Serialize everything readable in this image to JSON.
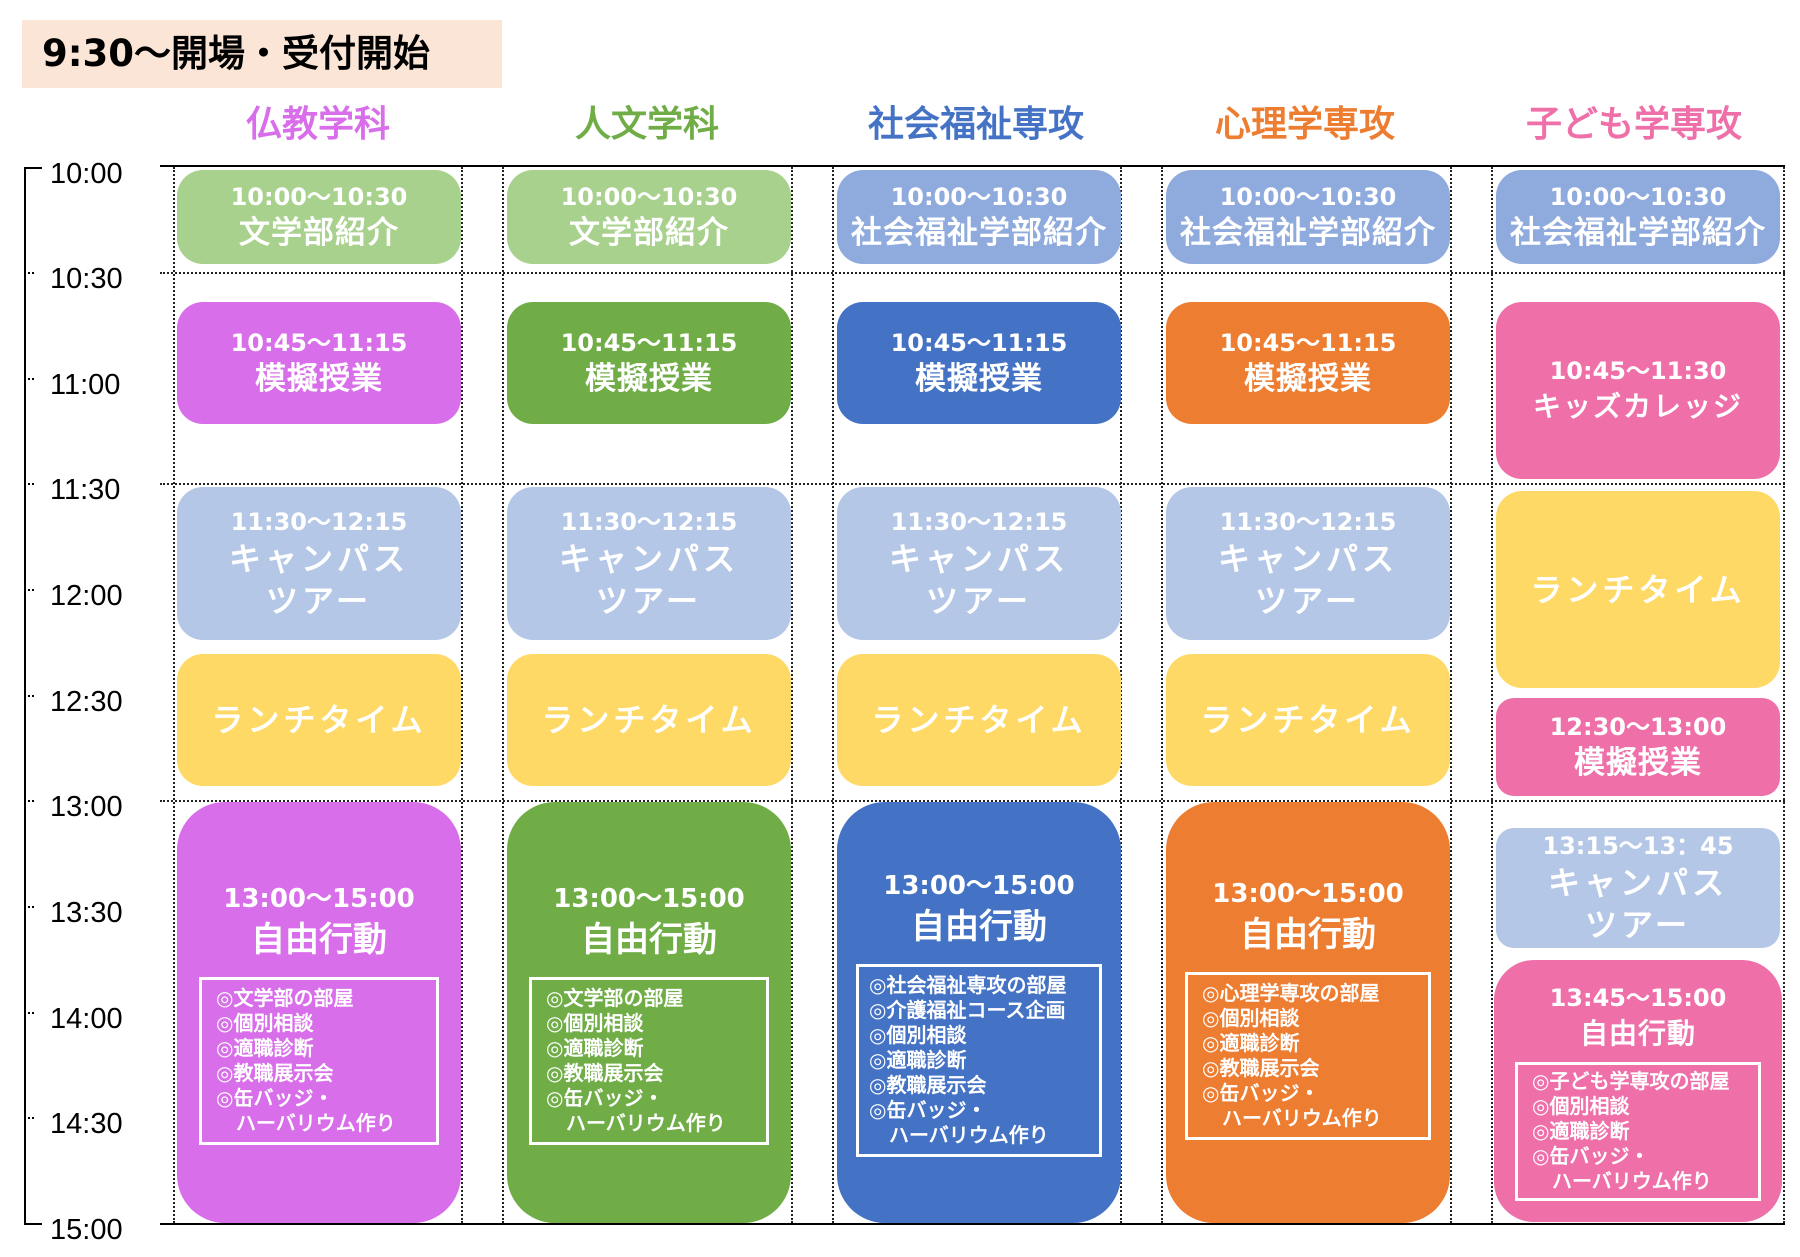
{
  "opening": "9:30〜開場・受付開始",
  "columns": [
    {
      "name": "仏教学科",
      "color": "#d86ee9"
    },
    {
      "name": "人文学科",
      "color": "#70ad47"
    },
    {
      "name": "社会福祉専攻",
      "color": "#4472c4"
    },
    {
      "name": "心理学専攻",
      "color": "#ed7d31"
    },
    {
      "name": "子ども学専攻",
      "color": "#ef6fa8"
    }
  ],
  "times": [
    "10:00",
    "10:30",
    "11:00",
    "11:30",
    "12:00",
    "12:30",
    "13:00",
    "13:30",
    "14:00",
    "14:30",
    "15:00"
  ],
  "colors": {
    "intro_green": "#a9d18e",
    "intro_blue": "#8faadc",
    "tour": "#b4c7e7",
    "lunch": "#ffd966",
    "buddhism": "#d86ee9",
    "humanities": "#70ad47",
    "welfare": "#4472c4",
    "psychology": "#ed7d31",
    "kids": "#ef6fa8"
  },
  "blocks": {
    "c1": {
      "intro": {
        "time": "10:00〜10:30",
        "label": "文学部紹介"
      },
      "lesson": {
        "time": "10:45〜11:15",
        "label": "模擬授業"
      },
      "tour": {
        "time": "11:30〜12:15",
        "label1": "キャンパス",
        "label2": "ツアー"
      },
      "lunch": {
        "label": "ランチタイム"
      },
      "free": {
        "time": "13:00〜15:00",
        "label": "自由行動",
        "items": [
          "◎文学部の部屋",
          "◎個別相談",
          "◎適職診断",
          "◎教職展示会",
          "◎缶バッジ・",
          "　ハーバリウム作り"
        ]
      }
    },
    "c2": {
      "intro": {
        "time": "10:00〜10:30",
        "label": "文学部紹介"
      },
      "lesson": {
        "time": "10:45〜11:15",
        "label": "模擬授業"
      },
      "tour": {
        "time": "11:30〜12:15",
        "label1": "キャンパス",
        "label2": "ツアー"
      },
      "lunch": {
        "label": "ランチタイム"
      },
      "free": {
        "time": "13:00〜15:00",
        "label": "自由行動",
        "items": [
          "◎文学部の部屋",
          "◎個別相談",
          "◎適職診断",
          "◎教職展示会",
          "◎缶バッジ・",
          "　ハーバリウム作り"
        ]
      }
    },
    "c3": {
      "intro": {
        "time": "10:00〜10:30",
        "label": "社会福祉学部紹介"
      },
      "lesson": {
        "time": "10:45〜11:15",
        "label": "模擬授業"
      },
      "tour": {
        "time": "11:30〜12:15",
        "label1": "キャンパス",
        "label2": "ツアー"
      },
      "lunch": {
        "label": "ランチタイム"
      },
      "free": {
        "time": "13:00〜15:00",
        "label": "自由行動",
        "items": [
          "◎社会福祉専攻の部屋",
          "◎介護福祉コース企画",
          "◎個別相談",
          "◎適職診断",
          "◎教職展示会",
          "◎缶バッジ・",
          "　ハーバリウム作り"
        ]
      }
    },
    "c4": {
      "intro": {
        "time": "10:00〜10:30",
        "label": "社会福祉学部紹介"
      },
      "lesson": {
        "time": "10:45〜11:15",
        "label": "模擬授業"
      },
      "tour": {
        "time": "11:30〜12:15",
        "label1": "キャンパス",
        "label2": "ツアー"
      },
      "lunch": {
        "label": "ランチタイム"
      },
      "free": {
        "time": "13:00〜15:00",
        "label": "自由行動",
        "items": [
          "◎心理学専攻の部屋",
          "◎個別相談",
          "◎適職診断",
          "◎教職展示会",
          "◎缶バッジ・",
          "　ハーバリウム作り"
        ]
      }
    },
    "c5": {
      "intro": {
        "time": "10:00〜10:30",
        "label": "社会福祉学部紹介"
      },
      "kids": {
        "time": "10:45〜11:30",
        "label": "キッズカレッジ"
      },
      "lunch": {
        "label": "ランチタイム"
      },
      "lesson": {
        "time": "12:30〜13:00",
        "label": "模擬授業"
      },
      "tour": {
        "time": "13:15〜13：45",
        "label1": "キャンパス",
        "label2": "ツアー"
      },
      "free": {
        "time": "13:45〜15:00",
        "label": "自由行動",
        "items": [
          "◎子ども学専攻の部屋",
          "◎個別相談",
          "◎適職診断",
          "◎缶バッジ・",
          "　ハーバリウム作り"
        ]
      }
    }
  }
}
